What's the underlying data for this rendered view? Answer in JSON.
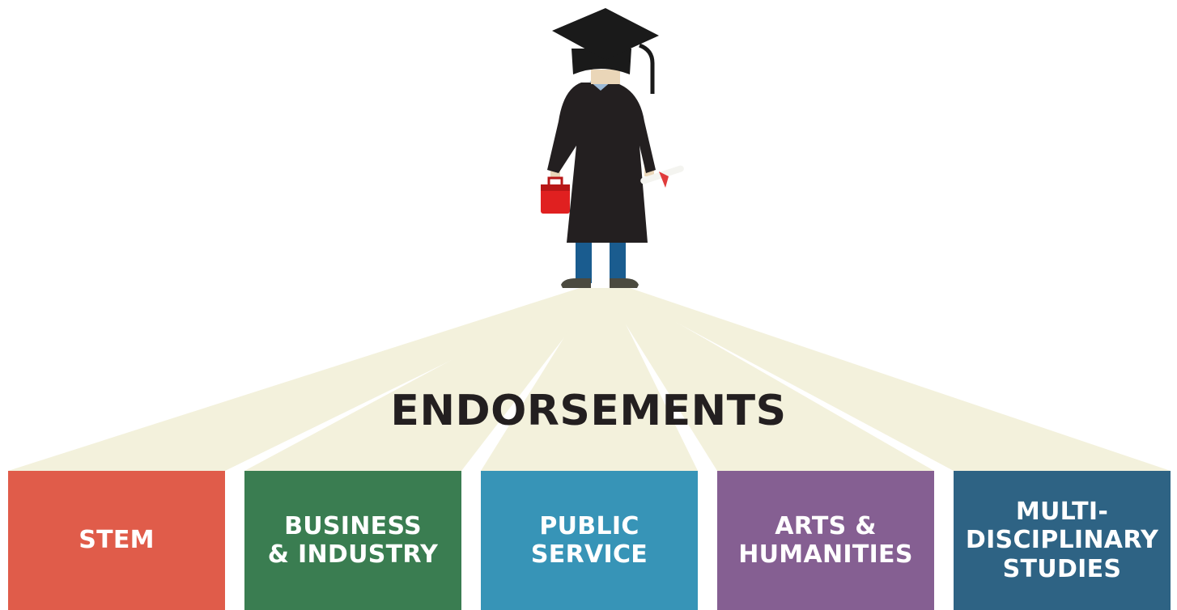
{
  "heading": "ENDORSEMENTS",
  "colors": {
    "beam": "#f3f1dc",
    "heading": "#231f20",
    "box_text": "#ffffff"
  },
  "illustration": {
    "figure": "graduate-figure",
    "hat": "graduation-cap-icon",
    "left_hand": "toolbox-icon",
    "right_hand": "diploma-scroll-icon"
  },
  "endorsements": [
    {
      "label": "STEM",
      "color": "#e05c4a"
    },
    {
      "label": "BUSINESS\n& INDUSTRY",
      "color": "#3a7d51"
    },
    {
      "label": "PUBLIC\nSERVICE",
      "color": "#3794b7"
    },
    {
      "label": "ARTS &\nHUMANITIES",
      "color": "#855f92"
    },
    {
      "label": "MULTI-\nDISCIPLINARY\nSTUDIES",
      "color": "#2e6384"
    }
  ]
}
